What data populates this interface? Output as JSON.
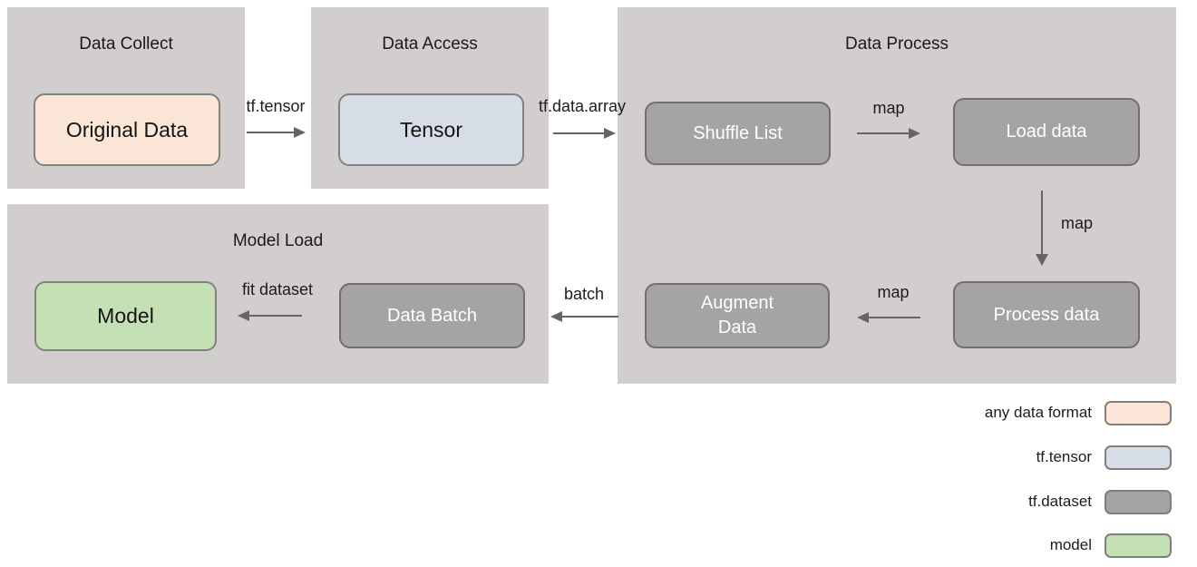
{
  "diagram": {
    "groups": {
      "data_collect": {
        "title": "Data Collect"
      },
      "data_access": {
        "title": "Data Access"
      },
      "data_process": {
        "title": "Data Process"
      },
      "model_load": {
        "title": "Model Load"
      }
    },
    "nodes": {
      "original_data": {
        "label": "Original Data",
        "color": "#fbe5d6",
        "type": "any data format"
      },
      "tensor": {
        "label": "Tensor",
        "color": "#d7dde7",
        "type": "tf.tensor"
      },
      "shuffle_list": {
        "label": "Shuffle List",
        "color": "#a6a4a3",
        "type": "tf.dataset"
      },
      "load_data": {
        "label": "Load data",
        "color": "#a6a4a3",
        "type": "tf.dataset"
      },
      "process_data": {
        "label": "Process data",
        "color": "#a6a4a3",
        "type": "tf.dataset"
      },
      "augment_data": {
        "label": "Augment Data",
        "color": "#a6a4a3",
        "type": "tf.dataset"
      },
      "data_batch": {
        "label": "Data Batch",
        "color": "#a6a4a3",
        "type": "tf.dataset"
      },
      "model": {
        "label": "Model",
        "color": "#c6e0b5",
        "type": "model"
      }
    },
    "edges": {
      "original_to_tensor": {
        "label": "tf.tensor"
      },
      "tensor_to_shuffle": {
        "label": "tf.data.array"
      },
      "shuffle_to_load": {
        "label": "map"
      },
      "load_to_process": {
        "label": "map"
      },
      "process_to_augment": {
        "label": "map"
      },
      "augment_to_batch": {
        "label": "batch"
      },
      "batch_to_model": {
        "label": "fit dataset"
      }
    },
    "legend": {
      "items": [
        {
          "label": "any data format",
          "color": "#fbe5d6"
        },
        {
          "label": "tf.tensor",
          "color": "#d7dde7"
        },
        {
          "label": "tf.dataset",
          "color": "#a6a4a3"
        },
        {
          "label": "model",
          "color": "#c6e0b5"
        }
      ]
    },
    "colors": {
      "group_bg": "#d1cecd",
      "arrow": "#666564",
      "node_border": "#828282",
      "background": "#ffffff"
    }
  }
}
